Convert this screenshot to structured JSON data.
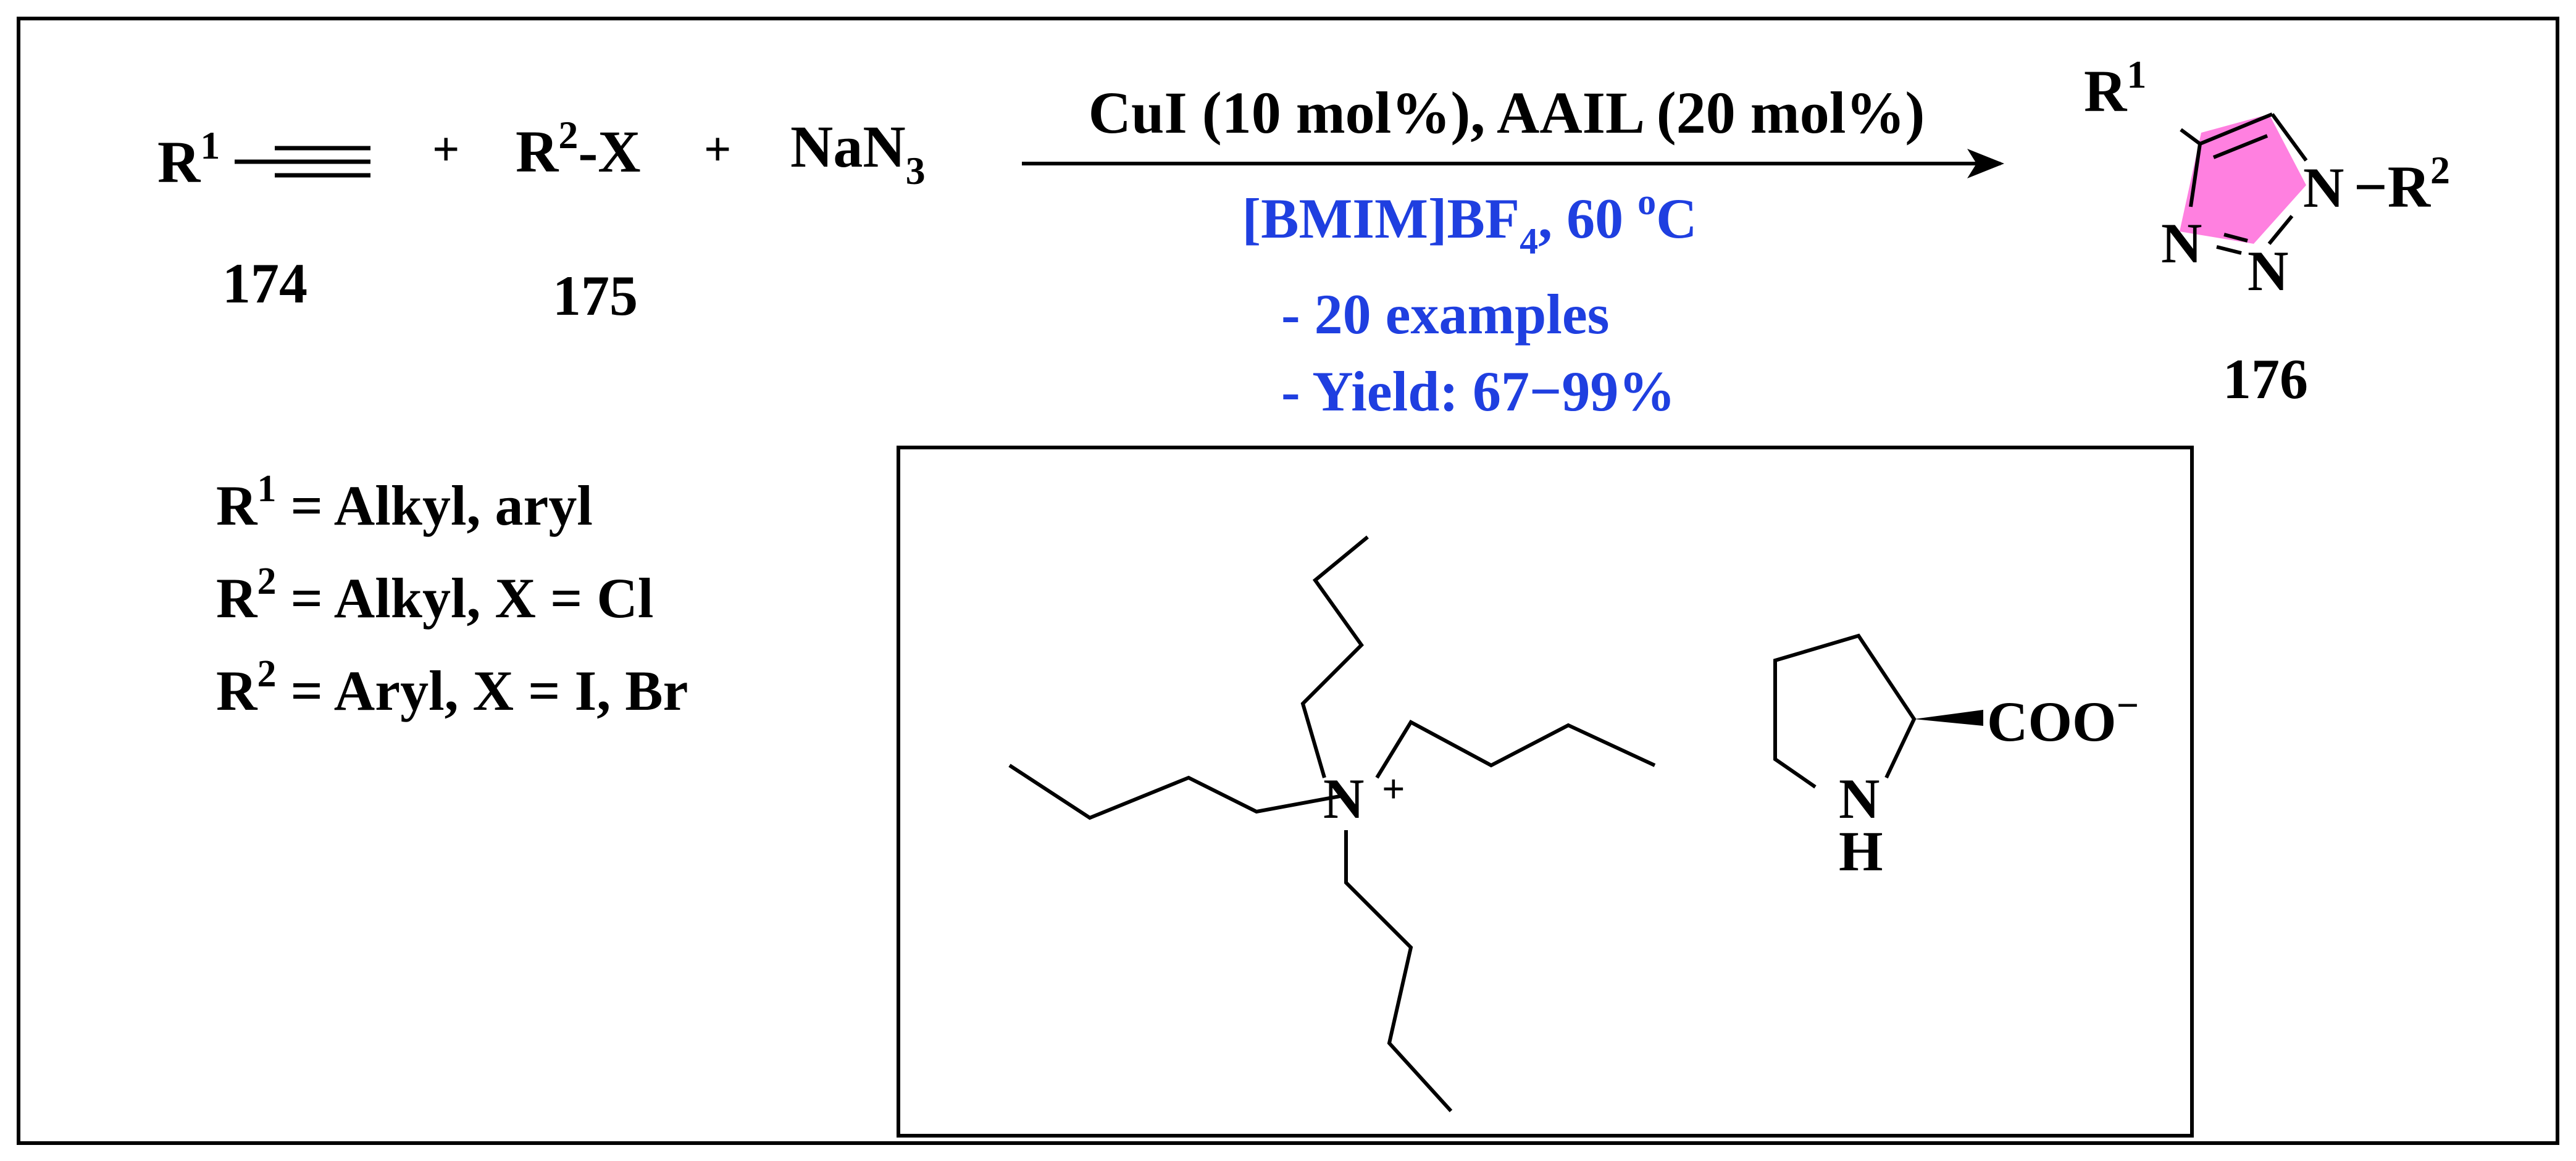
{
  "reaction": {
    "reactant1": {
      "r": "R",
      "r_sup": "1",
      "compound_number": "174"
    },
    "reactant2": {
      "r": "R",
      "r_sup": "2",
      "suffix": "-X",
      "compound_number": "175"
    },
    "reactant3": {
      "formula": "NaN",
      "formula_sub": "3"
    },
    "plus_sign": "+",
    "conditions": {
      "above_arrow": "CuI (10 mol%), AAIL (20 mol%)",
      "solvent_main": "[BMIM]BF",
      "solvent_sub": "4",
      "temperature": ", 60 ",
      "temperature_sup": "o",
      "temperature_unit": "C",
      "examples": "- 20 examples",
      "yield": "- Yield: 67−99%"
    },
    "product": {
      "compound_number": "176",
      "r1": "R",
      "r1_sup": "1",
      "n1_label": "N",
      "n2_label": "N",
      "n3_label": "N",
      "bond_dash": "−",
      "r2": "R",
      "r2_sup": "2"
    }
  },
  "substituents": {
    "line1": {
      "r": "R",
      "sup": "1",
      "text": " = Alkyl, aryl"
    },
    "line2": {
      "r": "R",
      "sup": "2",
      "text": " = Alkyl, X = Cl"
    },
    "line3": {
      "r": "R",
      "sup": "2",
      "text": " = Aryl, X = I, Br"
    }
  },
  "ionic_liquid": {
    "cation_atom": "N",
    "cation_charge": "+",
    "anion_group": "COO",
    "anion_charge": "−",
    "amine_n": "N",
    "amine_h": "H"
  },
  "colors": {
    "accent_text": "#1f3fe0",
    "ring_fill": "#ff80e0",
    "line": "#000000"
  }
}
